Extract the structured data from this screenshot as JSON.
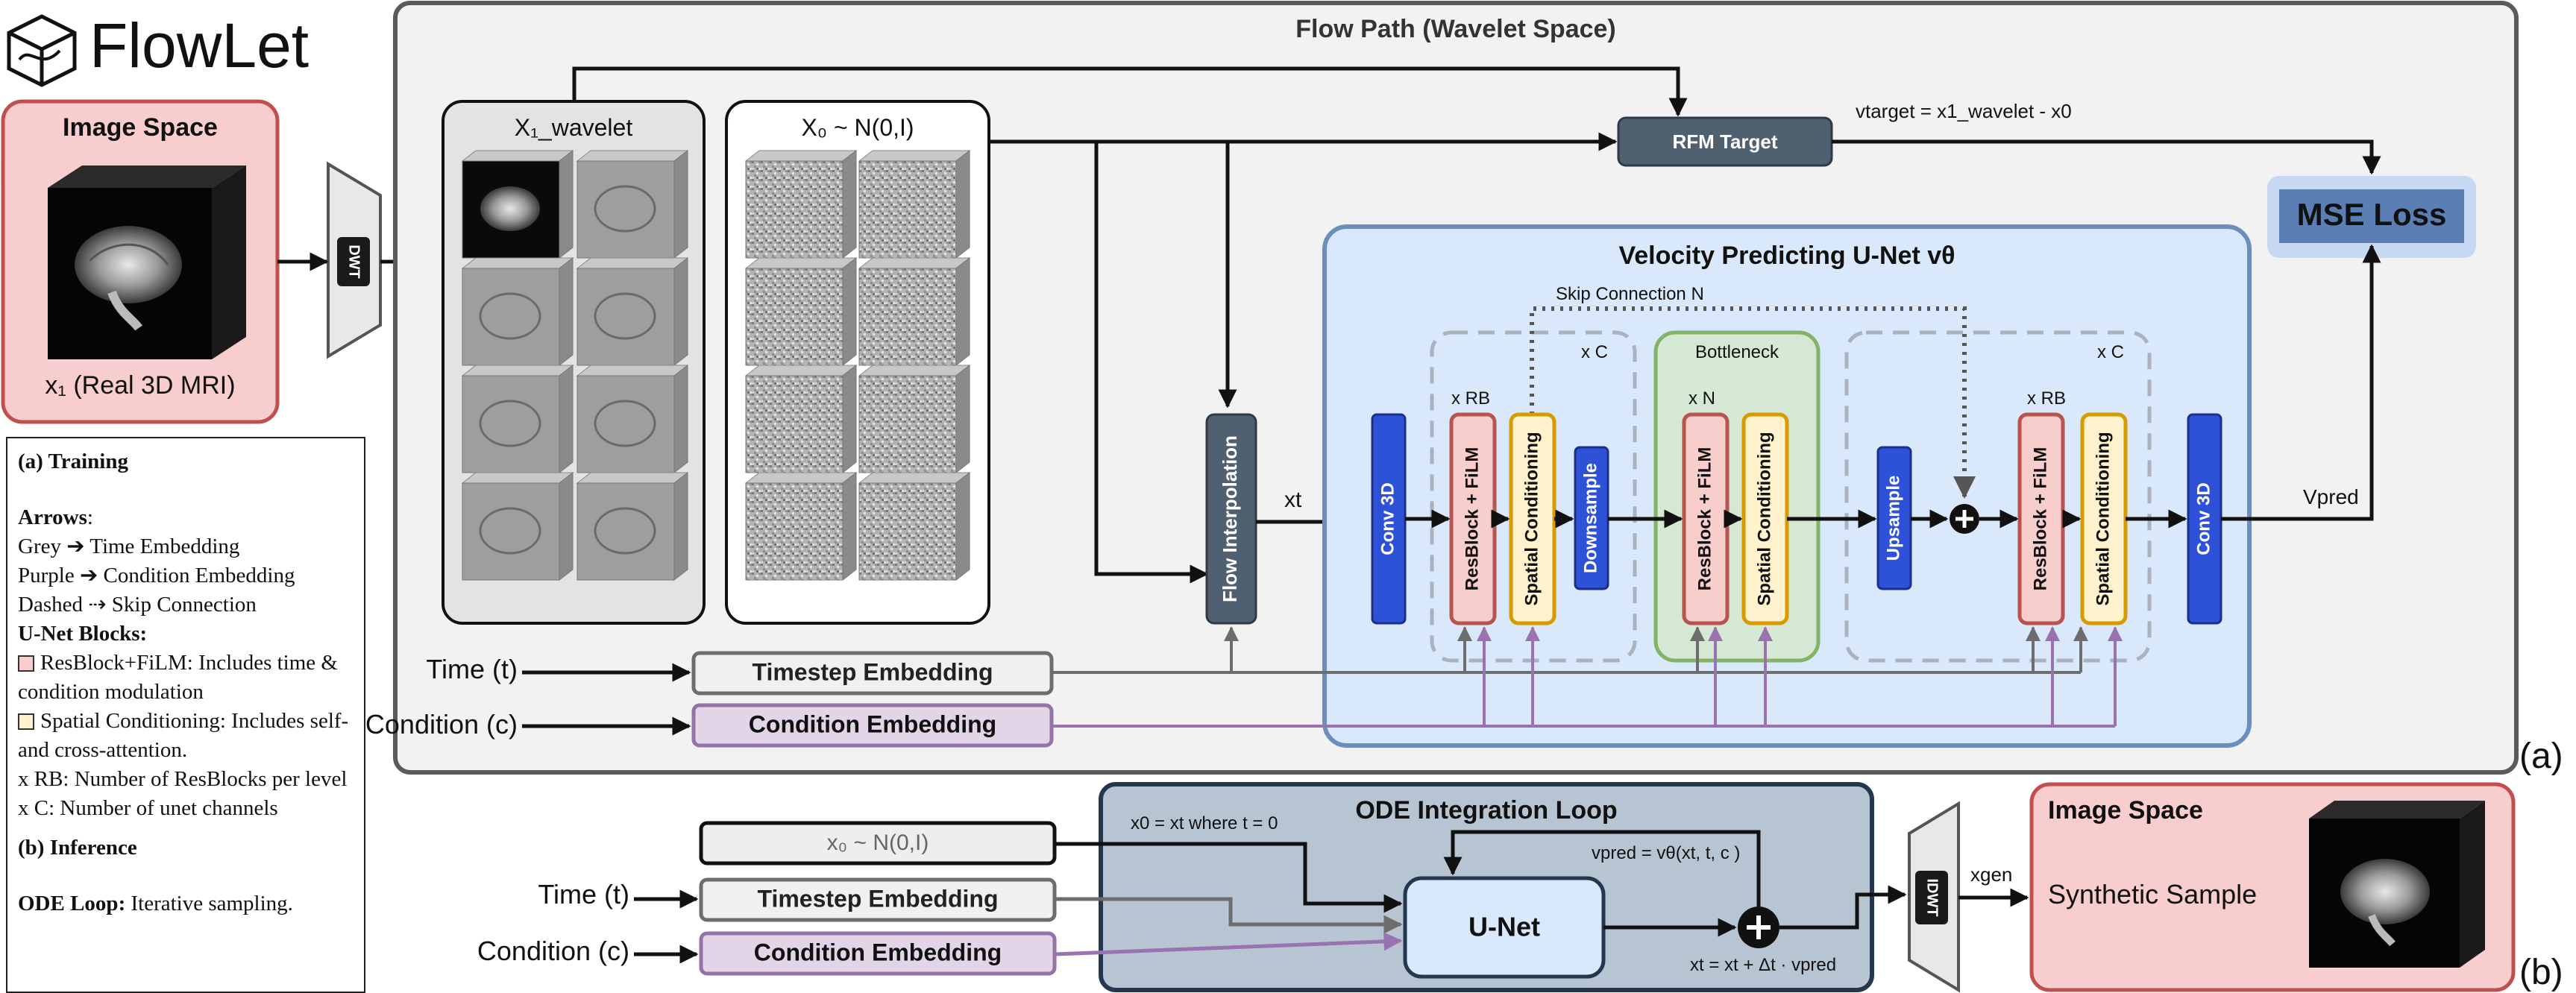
{
  "logo": {
    "text": "FlowLet"
  },
  "image_space_top": {
    "title": "Image Space",
    "caption": "x₁ (Real 3D MRI)"
  },
  "dwt": {
    "label": "DWT"
  },
  "idwt": {
    "label": "IDWT"
  },
  "flow_path": {
    "title": "Flow Path (Wavelet Space)",
    "panel_tag": "(a)"
  },
  "wavelet_box": {
    "title": "X₁_wavelet"
  },
  "noise_box": {
    "title": "X₀ ~ N(0,I)"
  },
  "rfm_target": {
    "label": "RFM Target",
    "formula": "vtarget = x1_wavelet - x0"
  },
  "mse_loss": {
    "label": "MSE Loss"
  },
  "unet": {
    "title": "Velocity Predicting U-Net vθ",
    "skip_label": "Skip Connection N",
    "xc_left": "x C",
    "xc_right": "x C",
    "xrb_left": "x RB",
    "xrb_right": "x RB",
    "bottleneck_title": "Bottleneck",
    "xn": "x N",
    "conv_in": "Conv 3D",
    "conv_out": "Conv 3D",
    "resblock": "ResBlock + FiLM",
    "spatial": "Spatial Conditioning",
    "downsample": "Downsample",
    "upsample": "Upsample",
    "vpred": "Vpred"
  },
  "flow_interp": {
    "label": "Flow Interpolation",
    "xt": "xt"
  },
  "inputs_train": {
    "time_label": "Time (t)",
    "cond_label": "Condition (c)",
    "timestep_embed": "Timestep Embedding",
    "condition_embed": "Condition Embedding"
  },
  "inference": {
    "noise": "x₀ ~ N(0,I)",
    "time_label": "Time (t)",
    "cond_label": "Condition (c)",
    "timestep_embed": "Timestep Embedding",
    "condition_embed": "Condition Embedding",
    "ode_title": "ODE Integration Loop",
    "init_note": "x0 = xt where t = 0",
    "unet_label": "U-Net",
    "vpred_formula": "vpred = vθ(xt, t, c )",
    "update_formula": "xt = xt + Δt · vpred",
    "xgen": "xgen",
    "panel_tag": "(b)"
  },
  "image_space_bottom": {
    "title": "Image Space",
    "caption": "Synthetic Sample"
  },
  "legend": {
    "training_title": "(a) Training",
    "arrows_title": "Arrows",
    "arrows_colon": ":",
    "arrow_grey": "Grey ➔ Time Embedding",
    "arrow_purple": "Purple ➔ Condition Embedding",
    "arrow_dashed": "Dashed ⇢ Skip Connection",
    "blocks_title": "U-Net Blocks:",
    "block_res": "ResBlock+FiLM: Includes time & condition modulation",
    "block_spatial": "Spatial Conditioning: Includes self- and cross-attention.",
    "xrb_def": "x RB: Number of ResBlocks per level",
    "xc_def": "x C: Number of unet channels",
    "inference_title": "(b) Inference",
    "ode_bold": "ODE Loop:",
    "ode_rest": " Iterative sampling."
  },
  "colors": {
    "image_space_fill": "#f7cdcd",
    "image_space_stroke": "#c0504d",
    "flow_fill": "#f2f2f2",
    "unet_fill": "#dae8fc",
    "unet_stroke": "#6c8ebf",
    "dark_block": "#4f6071",
    "blue_block": "#2d52d8",
    "resblock_fill": "#f8cecc",
    "resblock_stroke": "#b85450",
    "spatial_fill": "#fff2cc",
    "spatial_stroke": "#d79b00",
    "bottleneck_fill": "#d5e8d4",
    "bottleneck_stroke": "#82b366",
    "condition_fill": "#e1d5e7",
    "condition_stroke": "#9673a6",
    "ode_fill": "#b7c5d3",
    "mse_fill": "#5b7fb5",
    "mse_glow": "#c6d8f2"
  }
}
